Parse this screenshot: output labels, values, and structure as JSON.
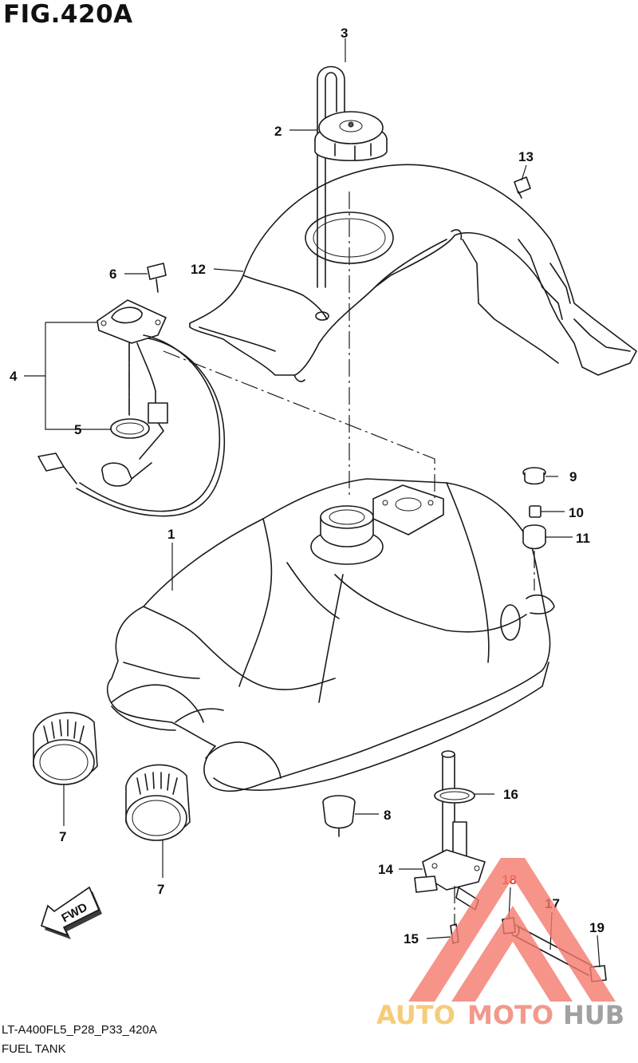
{
  "figure": {
    "title": "FIG.420A",
    "code": "LT-A400FL5_P28_P33_420A",
    "name": "FUEL TANK"
  },
  "callouts": [
    "1",
    "2",
    "3",
    "4",
    "5",
    "6",
    "7",
    "7",
    "8",
    "9",
    "10",
    "11",
    "12",
    "13",
    "14",
    "15",
    "16",
    "17",
    "18",
    "19"
  ],
  "fwd_label": "FWD",
  "watermark": {
    "part1": "AUTO",
    "part2": "MOTO",
    "part3": "HUB",
    "color_auto": "#f4c05a",
    "color_moto": "#f08070",
    "color_hub": "#8a8a8a",
    "triangle_color": "#f47a6e"
  },
  "colors": {
    "line": "#1a1a1a",
    "callout_18": "#e8362a"
  }
}
